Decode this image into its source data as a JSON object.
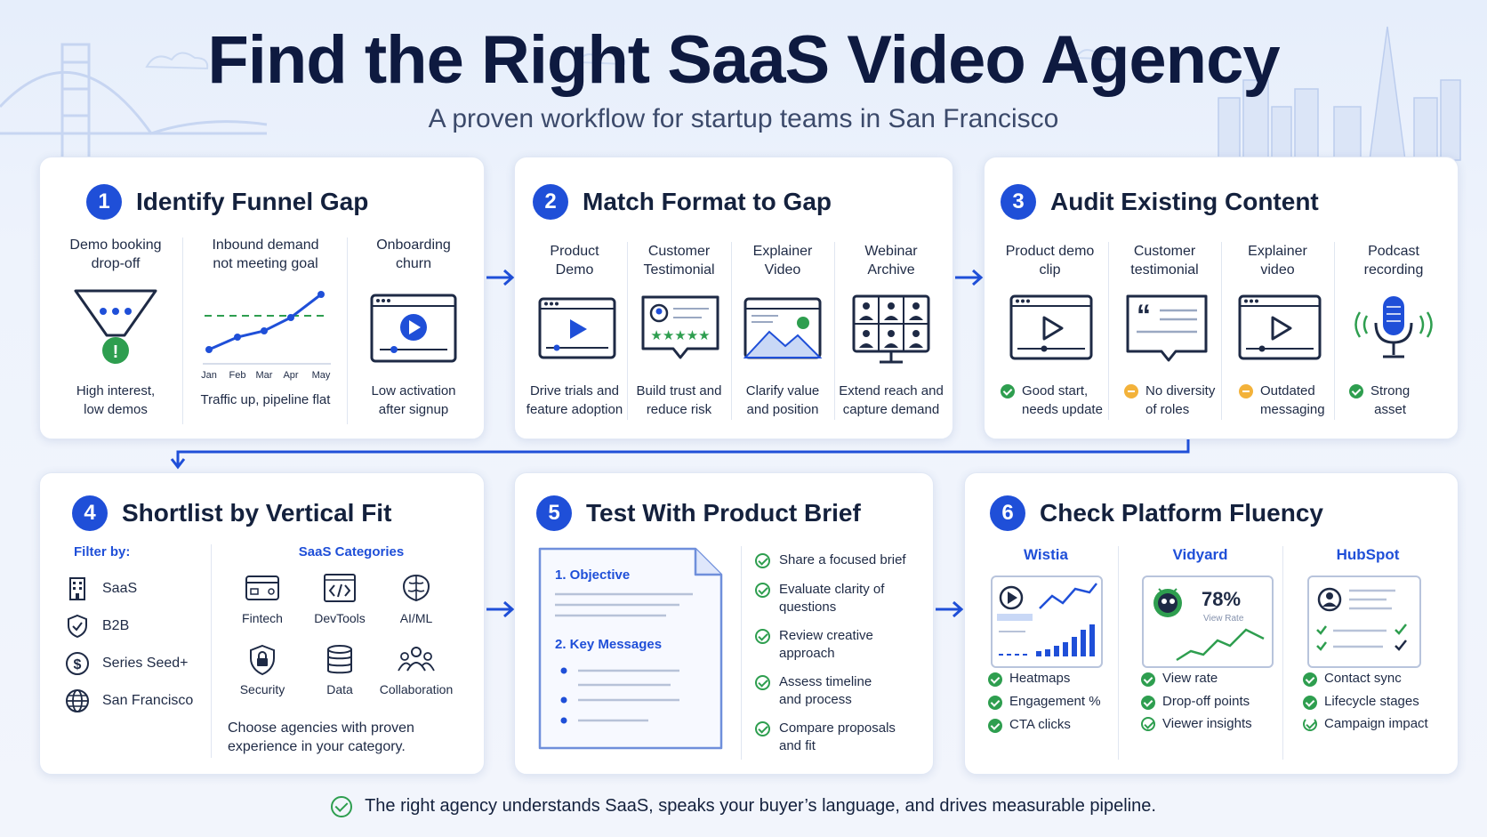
{
  "header": {
    "title": "Find the Right SaaS Video Agency",
    "subtitle": "A proven workflow for startup teams in San Francisco"
  },
  "steps": [
    {
      "number": "1",
      "title": "Identify Funnel Gap",
      "columns": [
        {
          "top": [
            "Demo booking",
            "drop-off"
          ],
          "bottom": [
            "High interest,",
            "low demos"
          ],
          "icon": "funnel-icon"
        },
        {
          "top": [
            "Inbound demand",
            "not meeting goal"
          ],
          "bottom": [
            "Traffic up, pipeline flat"
          ],
          "icon": "line-chart-icon",
          "axis": [
            "Jan",
            "Feb",
            "Mar",
            "Apr",
            "May"
          ]
        },
        {
          "top": [
            "Onboarding",
            "churn"
          ],
          "bottom": [
            "Low activation",
            "after signup"
          ],
          "icon": "video-player-icon"
        }
      ]
    },
    {
      "number": "2",
      "title": "Match Format to Gap",
      "columns": [
        {
          "top": [
            "Product",
            "Demo"
          ],
          "bottom": [
            "Drive trials and",
            "feature adoption"
          ],
          "icon": "play-window-icon"
        },
        {
          "top": [
            "Customer",
            "Testimonial"
          ],
          "bottom": [
            "Build trust and",
            "reduce risk"
          ],
          "icon": "testimonial-icon"
        },
        {
          "top": [
            "Explainer",
            "Video"
          ],
          "bottom": [
            "Clarify value",
            "and position"
          ],
          "icon": "landscape-icon"
        },
        {
          "top": [
            "Webinar",
            "Archive"
          ],
          "bottom": [
            "Extend reach and",
            "capture demand"
          ],
          "icon": "webinar-grid-icon"
        }
      ]
    },
    {
      "number": "3",
      "title": "Audit Existing Content",
      "columns": [
        {
          "top": [
            "Product demo",
            "clip"
          ],
          "status": [
            "Good start,",
            "needs update"
          ],
          "status_color": "green",
          "icon": "play-window-icon"
        },
        {
          "top": [
            "Customer",
            "testimonial"
          ],
          "status": [
            "No diversity",
            "of roles"
          ],
          "status_color": "amber",
          "icon": "quote-icon"
        },
        {
          "top": [
            "Explainer",
            "video"
          ],
          "status": [
            "Outdated",
            "messaging"
          ],
          "status_color": "amber",
          "icon": "play-window-icon"
        },
        {
          "top": [
            "Podcast",
            "recording"
          ],
          "status": [
            "Strong",
            "asset"
          ],
          "status_color": "green",
          "icon": "microphone-icon"
        }
      ]
    },
    {
      "number": "4",
      "title": "Shortlist by Vertical Fit",
      "filter_label": "Filter by:",
      "filters": [
        {
          "label": "SaaS",
          "icon": "building-icon"
        },
        {
          "label": "B2B",
          "icon": "shield-check-icon"
        },
        {
          "label": "Series Seed+",
          "icon": "dollar-icon"
        },
        {
          "label": "San Francisco",
          "icon": "globe-icon"
        }
      ],
      "categories_label": "SaaS Categories",
      "categories": [
        {
          "label": "Fintech",
          "icon": "card-icon"
        },
        {
          "label": "DevTools",
          "icon": "code-icon"
        },
        {
          "label": "AI/ML",
          "icon": "brain-icon"
        },
        {
          "label": "Security",
          "icon": "lock-shield-icon"
        },
        {
          "label": "Data",
          "icon": "database-icon"
        },
        {
          "label": "Collaboration",
          "icon": "people-icon"
        }
      ],
      "note": [
        "Choose agencies with proven",
        "experience in your category."
      ]
    },
    {
      "number": "5",
      "title": "Test With Product Brief",
      "doc_sections": [
        "1. Objective",
        "2. Key Messages"
      ],
      "checklist": [
        [
          "Share a focused brief"
        ],
        [
          "Evaluate clarity of",
          "questions"
        ],
        [
          "Review creative",
          "approach"
        ],
        [
          "Assess timeline",
          "and process"
        ],
        [
          "Compare proposals",
          "and fit"
        ]
      ]
    },
    {
      "number": "6",
      "title": "Check Platform Fluency",
      "platforms": [
        {
          "name": "Wistia",
          "items": [
            "Heatmaps",
            "Engagement %",
            "CTA clicks"
          ]
        },
        {
          "name": "Vidyard",
          "stat": "78%",
          "stat_label": "View Rate",
          "items": [
            "View rate",
            "Drop-off points",
            "Viewer insights"
          ]
        },
        {
          "name": "HubSpot",
          "items": [
            "Contact sync",
            "Lifecycle stages",
            "Campaign impact"
          ]
        }
      ]
    }
  ],
  "footer": {
    "text": "The right agency understands SaaS, speaks your buyer’s language, and drives measurable pipeline."
  },
  "colors": {
    "accent": "#1f4fd8",
    "title": "#0e1a40",
    "good": "#2e9e4f",
    "warn": "#f3b23a"
  }
}
